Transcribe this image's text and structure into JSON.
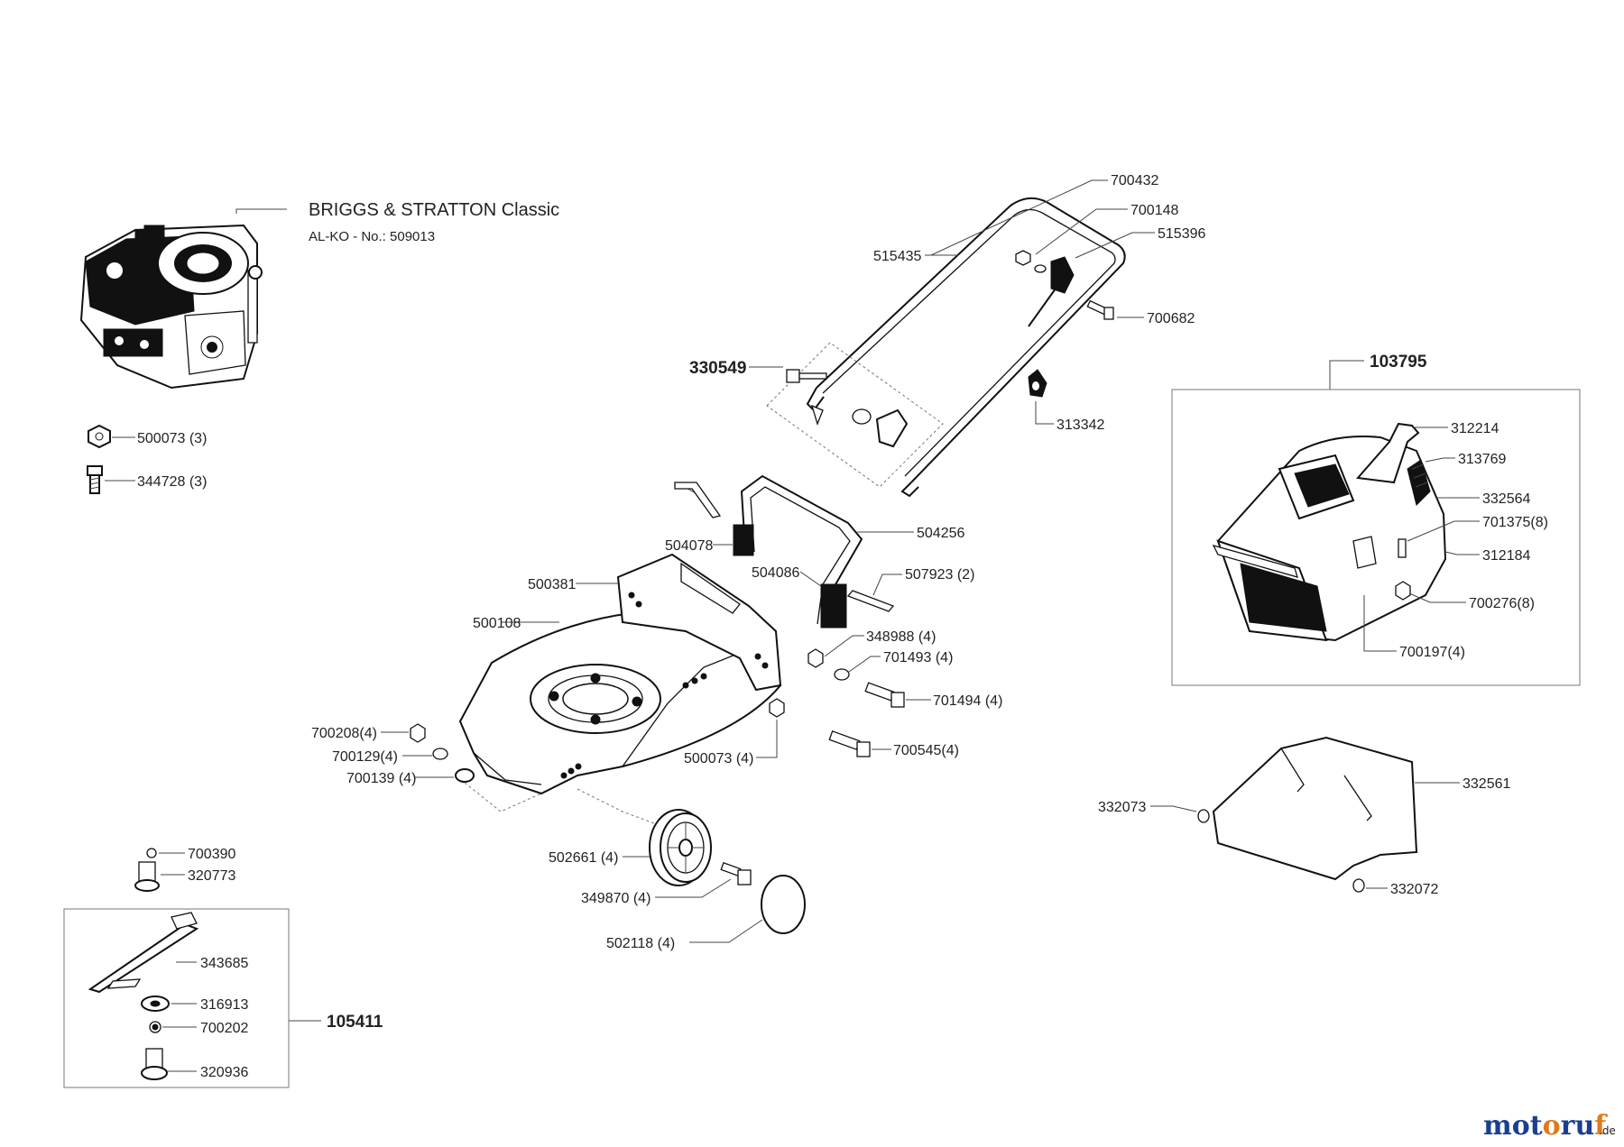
{
  "engine": {
    "title": "BRIGGS & STRATTON Classic",
    "subtitle": "AL-KO - No.: 509013"
  },
  "groups": {
    "handle_kit": "330549",
    "grass_box": "103795",
    "blade_kit": "105411"
  },
  "labels": {
    "p700432": "700432",
    "p700148": "700148",
    "p515396": "515396",
    "p515435": "515435",
    "p700682": "700682",
    "p313342": "313342",
    "p500073_3": "500073 (3)",
    "p344728_3": "344728 (3)",
    "p504078": "504078",
    "p504256": "504256",
    "p504086": "504086",
    "p507923_2": "507923 (2)",
    "p500381": "500381",
    "p500108": "500108",
    "p348988_4": "348988 (4)",
    "p701493_4": "701493 (4)",
    "p701494_4": "701494 (4)",
    "p700545_4": "700545(4)",
    "p700208_4": "700208(4)",
    "p700129_4": "700129(4)",
    "p700139_4": "700139 (4)",
    "p500073_4": "500073 (4)",
    "p502661_4": "502661 (4)",
    "p349870_4": "349870 (4)",
    "p502118_4": "502118 (4)",
    "p700390": "700390",
    "p320773": "320773",
    "p343685": "343685",
    "p316913": "316913",
    "p700202": "700202",
    "p320936": "320936",
    "p312214": "312214",
    "p313769": "313769",
    "p332564": "332564",
    "p701375_8": "701375(8)",
    "p312184": "312184",
    "p700276_8": "700276(8)",
    "p700197_4": "700197(4)",
    "p332561": "332561",
    "p332073": "332073",
    "p332072": "332072"
  },
  "watermark": {
    "brand": "motoruf",
    "tld": ".de",
    "colors": {
      "m": "#1a3f8f",
      "o1": "#1a3f8f",
      "t": "#1a3f8f",
      "o2": "#e07b1a",
      "r": "#1a3f8f",
      "u": "#1a3f8f",
      "f": "#e07b1a"
    }
  }
}
